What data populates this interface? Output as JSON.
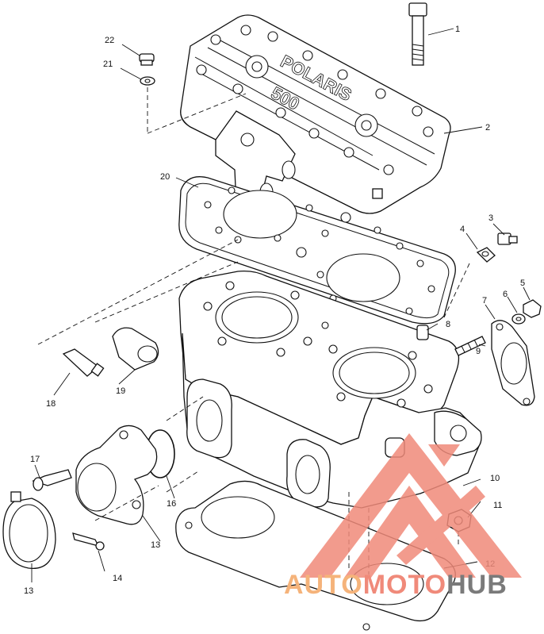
{
  "diagram": {
    "cylinder_head_lettering": [
      "POLARIS",
      "500"
    ],
    "callouts": [
      {
        "id": "1",
        "text": "1"
      },
      {
        "id": "2",
        "text": "2"
      },
      {
        "id": "3",
        "text": "3"
      },
      {
        "id": "4",
        "text": "4"
      },
      {
        "id": "5",
        "text": "5"
      },
      {
        "id": "6",
        "text": "6"
      },
      {
        "id": "7",
        "text": "7"
      },
      {
        "id": "8",
        "text": "8"
      },
      {
        "id": "9",
        "text": "9"
      },
      {
        "id": "10",
        "text": "10"
      },
      {
        "id": "11",
        "text": "11"
      },
      {
        "id": "12",
        "text": "12"
      },
      {
        "id": "13a",
        "text": "13"
      },
      {
        "id": "13b",
        "text": "13"
      },
      {
        "id": "14",
        "text": "14"
      },
      {
        "id": "16",
        "text": "16"
      },
      {
        "id": "17",
        "text": "17"
      },
      {
        "id": "18",
        "text": "18"
      },
      {
        "id": "19",
        "text": "19"
      },
      {
        "id": "20",
        "text": "20"
      },
      {
        "id": "21",
        "text": "21"
      },
      {
        "id": "22",
        "text": "22"
      }
    ]
  },
  "watermark": {
    "part1": "AUTO",
    "part2": "MOTO",
    "part3": "HUB",
    "colors": {
      "primary": "#f08a7a",
      "secondary": "#f5b37a",
      "dark": "#7a7a7a"
    }
  }
}
